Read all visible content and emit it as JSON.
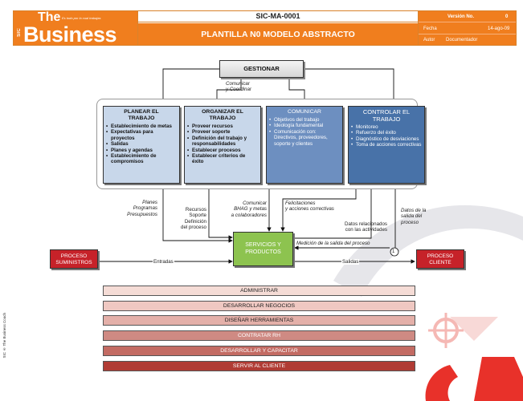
{
  "header": {
    "brand_the": "The",
    "brand_name": "Business",
    "brand_vertical": "SIC",
    "brand_tagline": "Es todo por lo cual trabajas",
    "doc_code": "SIC-MA-0001",
    "title": "PLANTILLA N0 MODELO ABSTRACTO",
    "version_label": "Versión No.",
    "version_value": "0",
    "date_label": "Fecha",
    "date_value": "14-ago-09",
    "author_label": "Autor",
    "author_value": "Documentador"
  },
  "diagram": {
    "top": "GESTIONAR",
    "coord_label": "Comunicar\ny Coordinar",
    "activities": [
      {
        "title": "PLANEAR EL\nTRABAJO",
        "items": [
          "Establecimiento de metas",
          "Expectativas para proyectos",
          "Salidas",
          "Planes y agendas",
          "Establecimiento de compromisos"
        ]
      },
      {
        "title": "ORGANIZAR EL\nTRABAJO",
        "items": [
          "Proveer recursos",
          "Proveer soporte",
          "Definición del trabajo y responsabilidades",
          "Establecer procesos",
          "Establecer criterios de éxito"
        ]
      },
      {
        "title": "COMUNICAR",
        "items": [
          "Objetivos del trabajo",
          "Ideología fundamental",
          "Comunicación con: Directivos, proveedores, soporte y clientes"
        ]
      },
      {
        "title": "CONTROLAR EL\nTRABAJO",
        "items": [
          "Monitoreo",
          "Refuerzo del éxito",
          "Diagnóstico de desviaciones",
          "Toma de acciones correctivas"
        ]
      }
    ],
    "center": "SERVICIOS Y\nPRODUCTOS",
    "supplier": "PROCESO\nSUMINISTROS",
    "client": "PROCESO\nCLIENTE",
    "flow_labels": {
      "planes": "Planes\nProgramas\nPresupuestos",
      "recursos": "Recursos\nSoporte\nDefinición\ndel proceso",
      "comunicar_bhag": "Comunicar\nBHAG y metas\na colaboradores",
      "felicitaciones": "Felicitaciones\ny acciones correctivas",
      "datos_rel": "Datos relacionados\ncon las actividades",
      "datos_salida": "Datos de la\nsalida del\nproceso",
      "medicion": "Medición de la salida del proceso",
      "entradas": "Entradas",
      "salidas": "Salidas",
      "marker": "1"
    },
    "support_processes": [
      "ADMINISTRAR",
      "DESARROLLAR NEGOCIOS",
      "DISEÑAR HERRAMIENTAS",
      "CONTRATAR RH",
      "DESARROLLAR Y CAPACITAR",
      "SERVIR AL CLIENTE"
    ]
  },
  "colors": {
    "orange": "#f07e1e",
    "bars": [
      "#f5dcd6",
      "#efc8c2",
      "#e4b0a9",
      "#cf8a83",
      "#c36b63",
      "#b03b34"
    ]
  },
  "footer": "SIC ® The Business Coach"
}
